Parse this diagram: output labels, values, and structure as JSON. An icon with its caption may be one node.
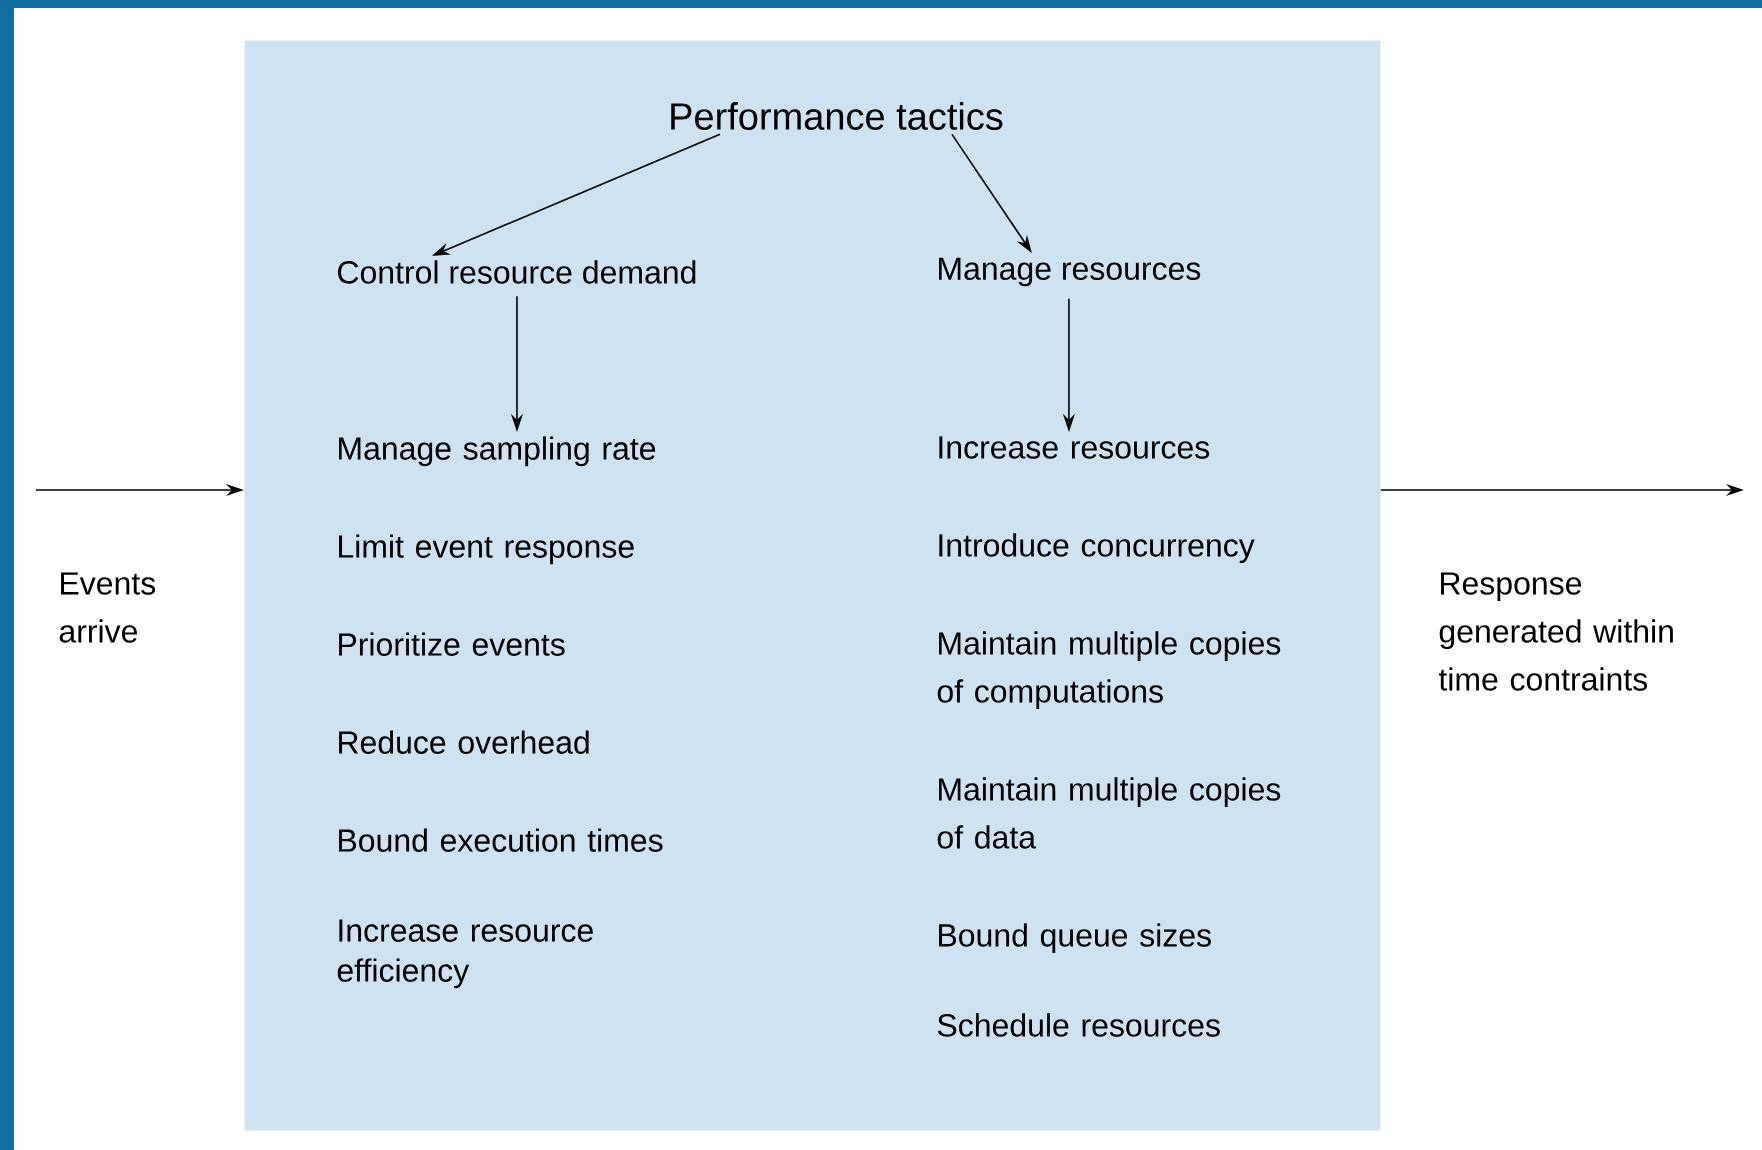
{
  "diagram": {
    "nodes": [
      {
        "text": [],
        "shape": "box"
      },
      {
        "text": [
          "Performance tactics"
        ],
        "in": 0
      },
      {
        "text": [
          "Control resource demand"
        ],
        "in": 0
      },
      {
        "text": [
          "Manage resources"
        ],
        "in": 0
      },
      {
        "text": [
          "Manage sampling rate",
          "Limit event response",
          "Prioritize events",
          "Reduce overhead",
          "Bound execution times",
          "Increase resource efficiency"
        ],
        "in": 0
      },
      {
        "text": [
          "Increase resources",
          "Introduce concurrency",
          "Maintain multiple copies of computations",
          "Maintain multiple copies of data",
          "Bound queue sizes",
          "Schedule resources"
        ],
        "in": 0
      }
    ],
    "edges": [
      {
        "from": null,
        "to": 0,
        "arrow": "to",
        "label": "Events arrive"
      },
      {
        "from": 0,
        "to": null,
        "arrow": "to",
        "label": "Response generated within time contraints"
      },
      {
        "from": 1,
        "to": 2,
        "arrow": "to"
      },
      {
        "from": 1,
        "to": 3,
        "arrow": "to"
      },
      {
        "from": 2,
        "to": 4,
        "arrow": "to"
      },
      {
        "from": 3,
        "to": 5,
        "arrow": "to"
      }
    ]
  }
}
